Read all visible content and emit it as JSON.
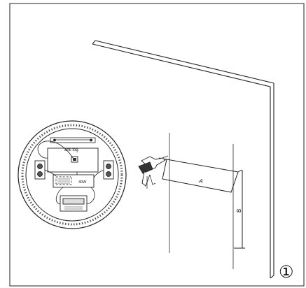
{
  "labels": {
    "anti_fog": "anti fog",
    "power": "40W",
    "dimension_a": "A",
    "dimension_b": "B",
    "step_number": "①"
  }
}
